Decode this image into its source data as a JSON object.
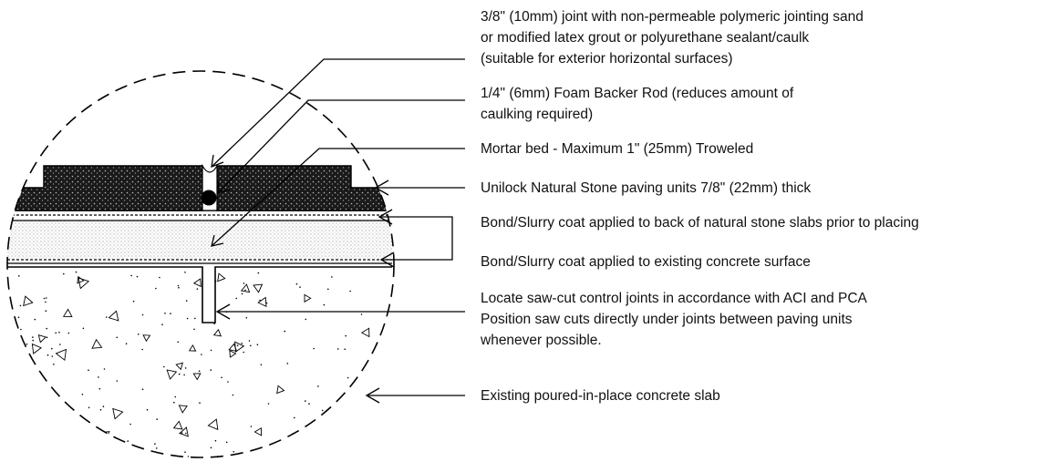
{
  "labels": {
    "joint": [
      "3/8\" (10mm) joint with non-permeable polymeric jointing sand",
      "or modified latex grout or polyurethane sealant/caulk",
      "(suitable for exterior horizontal surfaces)"
    ],
    "backer_rod": [
      "1/4\" (6mm) Foam Backer Rod (reduces amount of",
      "caulking required)"
    ],
    "mortar_bed": "Mortar bed - Maximum 1\" (25mm) Troweled",
    "paving_units": "Unilock Natural Stone paving units 7/8\" (22mm) thick",
    "bond_coat_slabs": "Bond/Slurry coat applied to back of natural stone slabs prior to placing",
    "bond_coat_concrete": "Bond/Slurry coat applied to existing concrete surface",
    "control_joints": [
      "Locate saw-cut control joints in accordance with ACI and PCA",
      "Position saw cuts directly under joints between paving units",
      "whenever possible."
    ],
    "concrete_slab": "Existing poured-in-place concrete slab"
  }
}
